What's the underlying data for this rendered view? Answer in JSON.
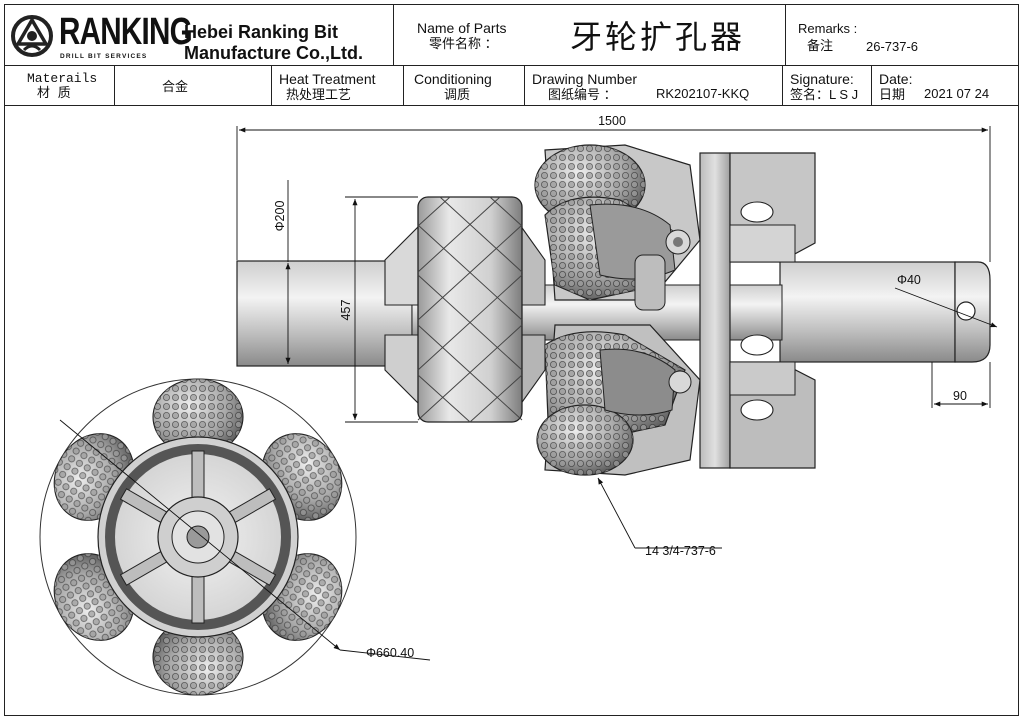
{
  "company": {
    "logo_word": "RANKING",
    "logo_sub": "DRILL BIT SERVICES",
    "name_line1": "Hebei Ranking Bit",
    "name_line2": "Manufacture Co.,Ltd."
  },
  "title_block": {
    "name_of_parts_en": "Name of Parts",
    "name_of_parts_cn": "零件名称 ：",
    "part_name": "牙轮扩孔器",
    "remarks_en": "Remarks :",
    "remarks_cn": "备注",
    "remarks_value": "26-737-6",
    "materials_en": "Materails",
    "materials_cn": "材 质",
    "materials_value": "合金",
    "heat_en": "Heat Treatment",
    "heat_cn": "热处理工艺",
    "conditioning_en": "Conditioning",
    "conditioning_cn": "调质",
    "drawing_number_en": "Drawing Number",
    "drawing_number_cn": "图纸编号 ：",
    "drawing_number_value": "RK202107-KKQ",
    "signature_en": "Signature:",
    "signature_cn": "签名：L S J",
    "date_en": "Date:",
    "date_cn": "日期",
    "date_value": "2021 07 24"
  },
  "dimensions": {
    "overall_length": "1500",
    "shaft_diameter": "Φ200",
    "stabilizer_height": "457",
    "hole_diameter": "Φ40",
    "end_length": "90",
    "cutter_callout": "14 3/4-737-6",
    "reamer_diameter": "Φ660.40"
  },
  "colors": {
    "line": "#222222",
    "metal_light": "#e6e6e6",
    "metal_mid": "#b9b9b9",
    "metal_dark": "#6f6f6f"
  }
}
